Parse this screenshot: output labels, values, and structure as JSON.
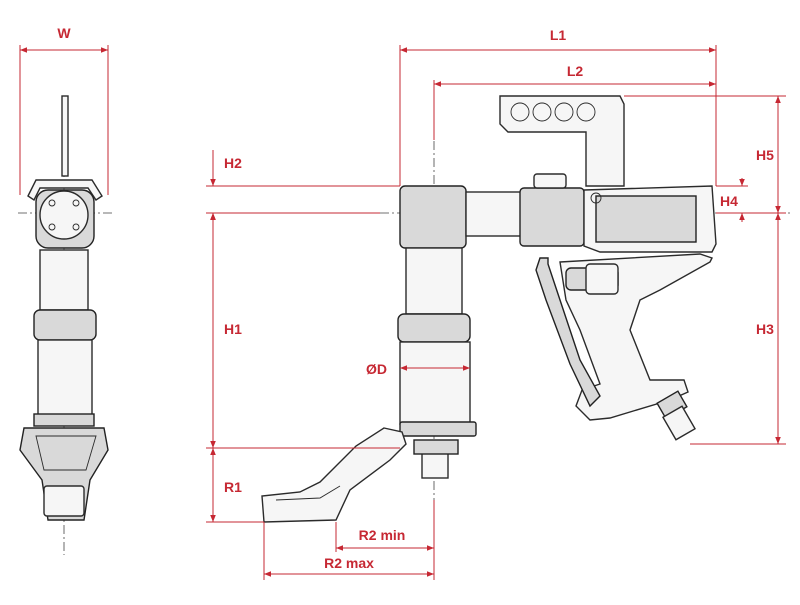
{
  "dimensions": {
    "W": "W",
    "L1": "L1",
    "L2": "L2",
    "H1": "H1",
    "H2": "H2",
    "H3": "H3",
    "H4": "H4",
    "H5": "H5",
    "D": "ØD",
    "R1": "R1",
    "R2min": "R2 min",
    "R2max": "R2 max"
  },
  "colors": {
    "dimension": "#c62833",
    "outline": "#2b2b2b"
  }
}
